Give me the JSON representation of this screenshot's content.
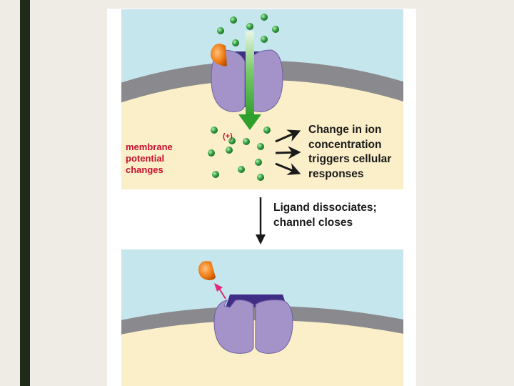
{
  "labels": {
    "membrane_potential": [
      "membrane",
      "potential",
      "changes"
    ],
    "charge_sign": "(+)",
    "ion_change": [
      "Change in ion",
      "concentration",
      "triggers cellular",
      "responses"
    ],
    "ligand_step": [
      "Ligand dissociates;",
      "channel closes"
    ]
  },
  "colors": {
    "extracellular": "#c6e6ee",
    "cytoplasm": "#fbefc9",
    "membrane": "#8a8a8e",
    "channel": "#a493c9",
    "channel_dark": "#3f2d86",
    "ligand": "#f07c14",
    "ion": "#3aa74a",
    "flow_arrow": "#3aaa35",
    "dissociation_arrow": "#e0287d",
    "label_red": "#c8102e"
  },
  "icons": {
    "ion": "green-sphere",
    "ligand": "orange-teardrop"
  }
}
